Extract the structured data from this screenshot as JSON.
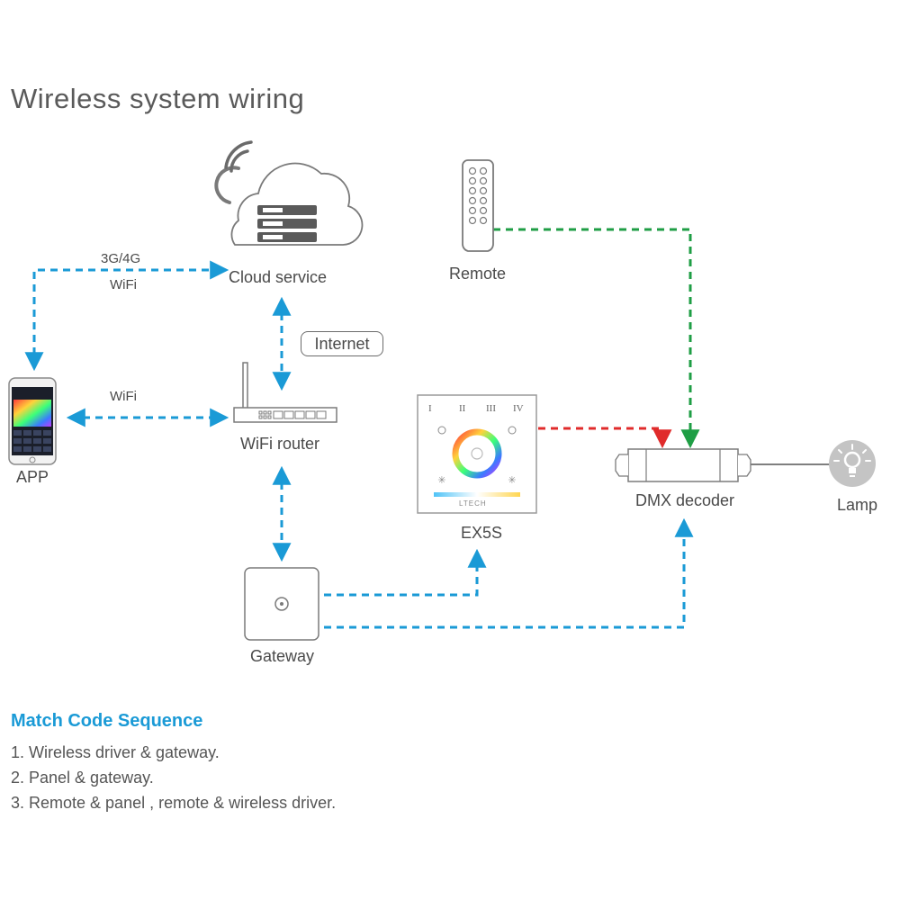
{
  "title": "Wireless system wiring",
  "labels": {
    "cloud": "Cloud service",
    "remote": "Remote",
    "app": "APP",
    "router": "WiFi router",
    "panel": "EX5S",
    "decoder": "DMX decoder",
    "lamp": "Lamp",
    "gateway": "Gateway",
    "internet": "Internet",
    "link_mobile": "3G/4G",
    "link_wifi_top": "WiFi",
    "link_wifi_mid": "WiFi"
  },
  "panel": {
    "zones": [
      "I",
      "II",
      "III",
      "IV"
    ],
    "brand": "LTECH"
  },
  "colors": {
    "blue_link": "#1a9ad6",
    "green_link": "#1f9e45",
    "red_link": "#e02b2b",
    "outline": "#7a7a7a",
    "heading": "#1a9ad6"
  },
  "sequence": {
    "heading": "Match Code Sequence",
    "items": [
      "1. Wireless driver & gateway.",
      "2. Panel & gateway.",
      "3. Remote & panel , remote & wireless driver."
    ]
  }
}
